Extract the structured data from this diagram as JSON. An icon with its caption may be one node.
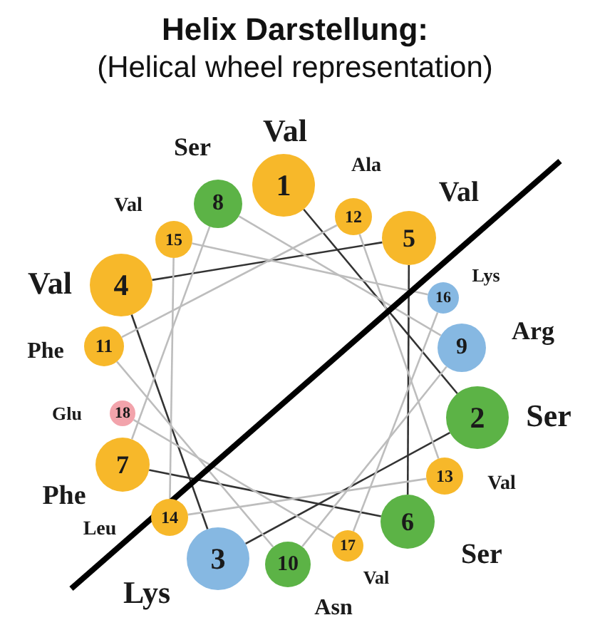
{
  "diagram": {
    "title": "Helix Darstellung:",
    "nodes": [
      {
        "text": [
          "1"
        ],
        "beside": [
          "Val"
        ]
      },
      {
        "text": [
          "2"
        ],
        "beside": [
          "Ser"
        ]
      },
      {
        "text": [
          "3"
        ],
        "beside": [
          "Lys"
        ]
      },
      {
        "text": [
          "4"
        ],
        "beside": [
          "Val"
        ]
      },
      {
        "text": [
          "5"
        ],
        "beside": [
          "Val"
        ]
      },
      {
        "text": [
          "6"
        ],
        "beside": [
          "Ser"
        ]
      },
      {
        "text": [
          "7"
        ],
        "beside": [
          "Phe"
        ]
      },
      {
        "text": [
          "8"
        ],
        "beside": [
          "Ser"
        ]
      },
      {
        "text": [
          "9"
        ],
        "beside": [
          "Arg"
        ]
      },
      {
        "text": [
          "10"
        ],
        "beside": [
          "Asn"
        ]
      },
      {
        "text": [
          "11"
        ],
        "beside": [
          "Phe"
        ]
      },
      {
        "text": [
          "12"
        ],
        "beside": [
          "Ala"
        ]
      },
      {
        "text": [
          "13"
        ],
        "beside": [
          "Val"
        ]
      },
      {
        "text": [
          "14"
        ],
        "beside": [
          "Leu"
        ]
      },
      {
        "text": [
          "15"
        ],
        "beside": [
          "Val"
        ]
      },
      {
        "text": [
          "16"
        ],
        "beside": [
          "Lys"
        ]
      },
      {
        "text": [
          "17"
        ],
        "beside": [
          "Val"
        ]
      },
      {
        "text": [
          "18"
        ],
        "beside": [
          "Glu"
        ]
      }
    ],
    "edges": [
      {
        "from": 0,
        "to": 1,
        "arrow": "none",
        "color": "#333333"
      },
      {
        "from": 1,
        "to": 2,
        "arrow": "none",
        "color": "#333333"
      },
      {
        "from": 2,
        "to": 3,
        "arrow": "none",
        "color": "#333333"
      },
      {
        "from": 3,
        "to": 4,
        "arrow": "none",
        "color": "#333333"
      },
      {
        "from": 4,
        "to": 5,
        "arrow": "none",
        "color": "#333333"
      },
      {
        "from": 5,
        "to": 6,
        "arrow": "none",
        "color": "#333333"
      },
      {
        "from": 6,
        "to": 7,
        "arrow": "none"
      },
      {
        "from": 7,
        "to": 8,
        "arrow": "none"
      },
      {
        "from": 8,
        "to": 9,
        "arrow": "none"
      },
      {
        "from": 9,
        "to": 10,
        "arrow": "none"
      },
      {
        "from": 10,
        "to": 11,
        "arrow": "none"
      },
      {
        "from": 11,
        "to": 12,
        "arrow": "none"
      },
      {
        "from": 12,
        "to": 13,
        "arrow": "none"
      },
      {
        "from": 13,
        "to": 14,
        "arrow": "none"
      },
      {
        "from": 14,
        "to": 15,
        "arrow": "none"
      },
      {
        "from": 15,
        "to": 16,
        "arrow": "none"
      },
      {
        "from": 16,
        "to": 17,
        "arrow": "none"
      }
    ],
    "labels": [
      "(Helical wheel representation)"
    ]
  }
}
